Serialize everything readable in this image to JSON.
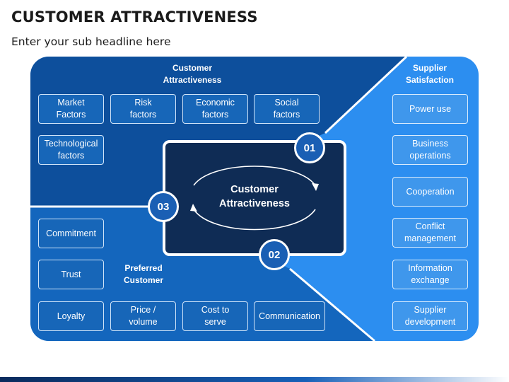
{
  "header": {
    "title": "CUSTOMER ATTRACTIVENESS",
    "subtitle": "Enter your sub headline here"
  },
  "colors": {
    "dark_panel": "#0d4f9c",
    "mid_panel": "#1466bd",
    "light_panel": "#2c8ef0",
    "center_box": "#0f2c55"
  },
  "sections": {
    "customer_attractiveness": {
      "heading": "Customer\nAttractiveness",
      "items": [
        "Market\nFactors",
        "Risk\nfactors",
        "Economic\nfactors",
        "Social\nfactors",
        "Technological\nfactors"
      ]
    },
    "supplier_satisfaction": {
      "heading": "Supplier\nSatisfaction",
      "items": [
        "Power use",
        "Business\noperations",
        "Cooperation",
        "Conflict\nmanagement",
        "Information\nexchange",
        "Supplier\ndevelopment"
      ]
    },
    "preferred_customer": {
      "heading": "Preferred\nCustomer",
      "items": [
        "Commitment",
        "Trust",
        "Loyalty",
        "Price /\nvolume",
        "Cost to\nserve",
        "Communication"
      ]
    }
  },
  "center": {
    "label": "Customer\nAttractiveness",
    "badges": [
      "01",
      "02",
      "03"
    ]
  }
}
